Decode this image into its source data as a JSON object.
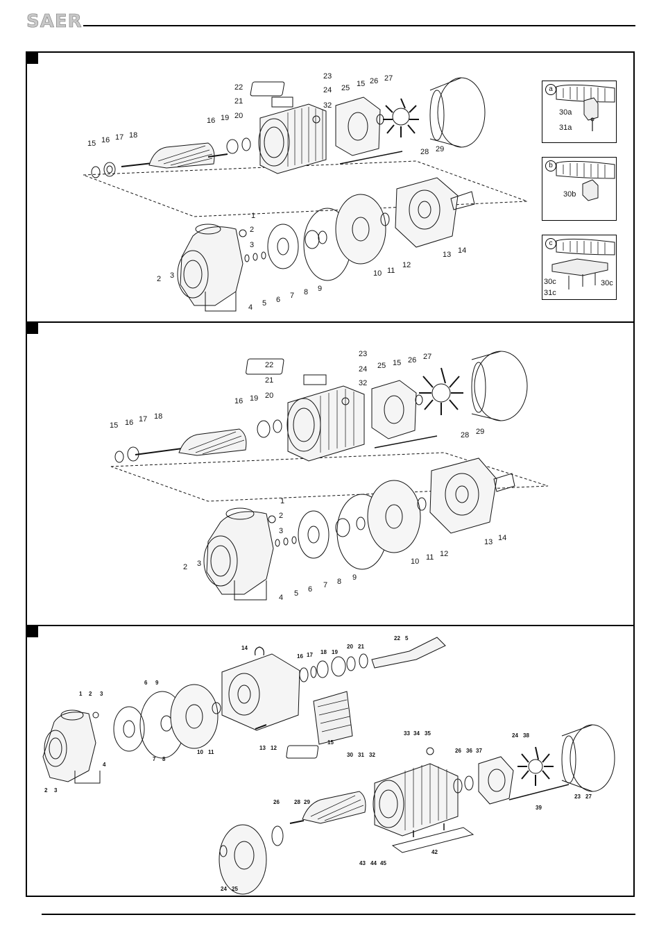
{
  "header": {
    "logo": "SAER"
  },
  "section_a": {
    "labels": [
      "23",
      "22",
      "24",
      "21",
      "32",
      "25",
      "15",
      "26",
      "27",
      "20",
      "19",
      "16",
      "17",
      "18",
      "15",
      "16",
      "28",
      "29",
      "1",
      "2",
      "3",
      "2",
      "3",
      "4",
      "5",
      "6",
      "7",
      "8",
      "9",
      "10",
      "11",
      "12",
      "13",
      "14"
    ],
    "insets": [
      {
        "tag": "a",
        "labels": [
          "30a",
          "31a"
        ]
      },
      {
        "tag": "b",
        "labels": [
          "30b"
        ]
      },
      {
        "tag": "c",
        "labels": [
          "30c",
          "30c",
          "31c"
        ]
      }
    ]
  },
  "section_b": {
    "labels": [
      "23",
      "22",
      "24",
      "21",
      "32",
      "25",
      "15",
      "26",
      "27",
      "16",
      "19",
      "20",
      "15",
      "16",
      "17",
      "18",
      "28",
      "29",
      "1",
      "2",
      "3",
      "2",
      "3",
      "4",
      "5",
      "6",
      "7",
      "8",
      "9",
      "10",
      "11",
      "12",
      "13",
      "14"
    ]
  },
  "section_c": {
    "labels": [
      "14",
      "16",
      "17",
      "18",
      "19",
      "20",
      "21",
      "22",
      "5",
      "1",
      "2",
      "3",
      "6",
      "9",
      "4",
      "2",
      "3",
      "7",
      "8",
      "10",
      "11",
      "13",
      "12",
      "15",
      "33",
      "34",
      "35",
      "30",
      "31",
      "32",
      "26",
      "36",
      "37",
      "24",
      "38",
      "23",
      "27",
      "39",
      "26",
      "28",
      "29",
      "43",
      "44",
      "45",
      "42",
      "24",
      "25"
    ]
  }
}
